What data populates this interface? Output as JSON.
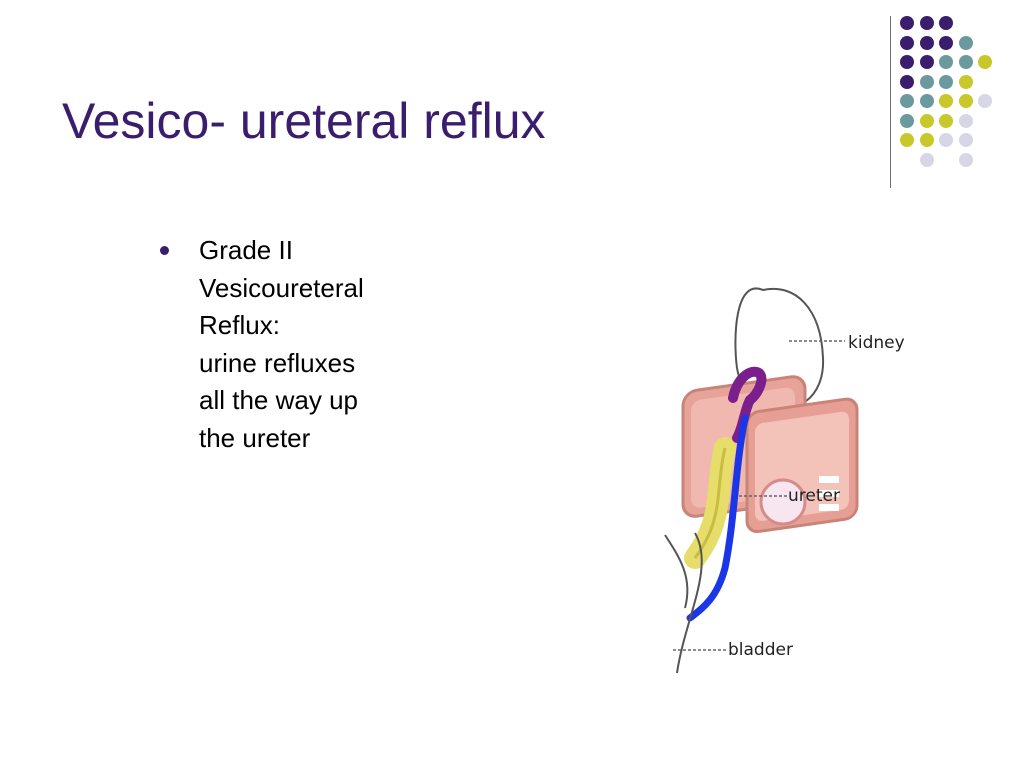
{
  "slide": {
    "title": "Vesico- ureteral reflux",
    "bullet_lines": [
      "Grade II",
      "Vesicoureteral",
      "Reflux:",
      "urine refluxes",
      "all the way up",
      "the ureter"
    ]
  },
  "diagram": {
    "labels": {
      "kidney": "kidney",
      "ureter": "ureter",
      "bladder": "bladder"
    }
  },
  "theme": {
    "title_color": "#3b1d6e",
    "dot_colors": {
      "purple": "#3b1d6e",
      "teal": "#6b9a9e",
      "yellow": "#c9c82a",
      "lavender": "#d6d6e6"
    }
  }
}
